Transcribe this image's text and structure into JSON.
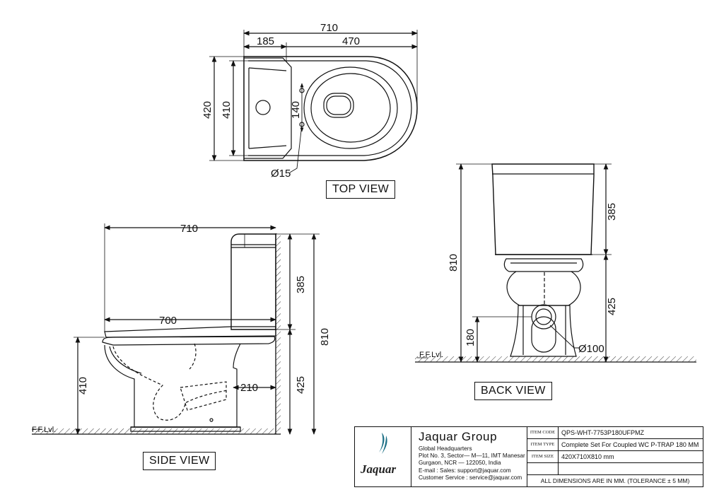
{
  "top_view": {
    "label": "TOP VIEW",
    "dims": {
      "overall_length": "710",
      "tank_depth": "185",
      "bowl_length": "470",
      "outer_width": "420",
      "inner_width": "410",
      "bolt_spacing": "140",
      "bolt_hole": "Ø15"
    }
  },
  "side_view": {
    "label": "SIDE VIEW",
    "dims": {
      "overall_length": "710",
      "seat_length": "700",
      "tank_height": "385",
      "pan_height": "425",
      "total_height": "810",
      "rim_height": "410",
      "outlet": "210"
    },
    "floor_label": "F.F.Lvl."
  },
  "back_view": {
    "label": "BACK  VIEW",
    "dims": {
      "tank_height": "385",
      "total_height": "810",
      "pan_height": "425",
      "outlet_height": "180",
      "outlet_dia": "Ø100"
    },
    "floor_label": "F.F.Lvl."
  },
  "title_block": {
    "company": "Jaquar Group",
    "logo_text": "Jaquar",
    "address_lines": [
      "Global Headquarters",
      "Plot No. 3, Sector— M—11, IMT Manesar",
      "Gurgaon, NCR — 122050, India",
      "E-mail : Sales: support@jaquar.com",
      "Customer Service : service@jaquar.com"
    ],
    "rows": [
      {
        "label": "ITEM CODE",
        "value": "QPS-WHT-7753P180UFPMZ"
      },
      {
        "label": "ITEM TYPE",
        "value": "Complete Set For Coupled WC P-TRAP 180 MM"
      },
      {
        "label": "ITEM SIZE",
        "value": "420X710X810 mm"
      }
    ],
    "footer": "ALL DIMENSIONS ARE IN MM. (TOLERANCE ± 5 MM)"
  },
  "colors": {
    "line": "#111111",
    "logo_teal": "#1c6f85"
  }
}
